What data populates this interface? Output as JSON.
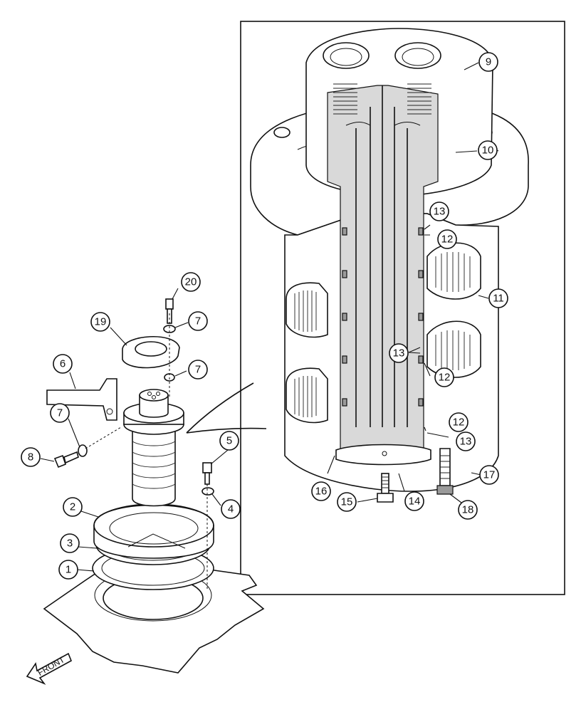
{
  "diagram": {
    "callouts": [
      {
        "id": "1",
        "label": "1"
      },
      {
        "id": "2",
        "label": "2"
      },
      {
        "id": "3",
        "label": "3"
      },
      {
        "id": "4",
        "label": "4"
      },
      {
        "id": "5",
        "label": "5"
      },
      {
        "id": "6",
        "label": "6"
      },
      {
        "id": "7a",
        "label": "7"
      },
      {
        "id": "7b",
        "label": "7"
      },
      {
        "id": "7c",
        "label": "7"
      },
      {
        "id": "8",
        "label": "8"
      },
      {
        "id": "9",
        "label": "9"
      },
      {
        "id": "10",
        "label": "10"
      },
      {
        "id": "11",
        "label": "11"
      },
      {
        "id": "12a",
        "label": "12"
      },
      {
        "id": "12b",
        "label": "12"
      },
      {
        "id": "12c",
        "label": "12"
      },
      {
        "id": "13a",
        "label": "13"
      },
      {
        "id": "13b",
        "label": "13"
      },
      {
        "id": "13c",
        "label": "13"
      },
      {
        "id": "14",
        "label": "14"
      },
      {
        "id": "15",
        "label": "15"
      },
      {
        "id": "16",
        "label": "16"
      },
      {
        "id": "17",
        "label": "17"
      },
      {
        "id": "18",
        "label": "18"
      },
      {
        "id": "19",
        "label": "19"
      },
      {
        "id": "20",
        "label": "20"
      }
    ],
    "front_arrow_label": "FRONT"
  }
}
